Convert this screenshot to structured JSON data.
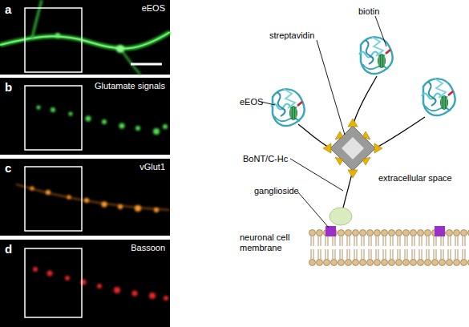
{
  "diagram": {
    "nodes": [
      {
        "text": [
          "a",
          "eEOS"
        ]
      },
      {
        "text": [
          "b",
          "Glutamate signals"
        ]
      },
      {
        "text": [
          "c",
          "vGlut1"
        ]
      },
      {
        "text": [
          "d",
          "Bassoon"
        ]
      }
    ],
    "labels": [
      "biotin",
      "streptavidin",
      "eEOS",
      "BoNT/C-Hc",
      "ganglioside",
      "extracellular space",
      "neuronal cell membrane"
    ]
  }
}
